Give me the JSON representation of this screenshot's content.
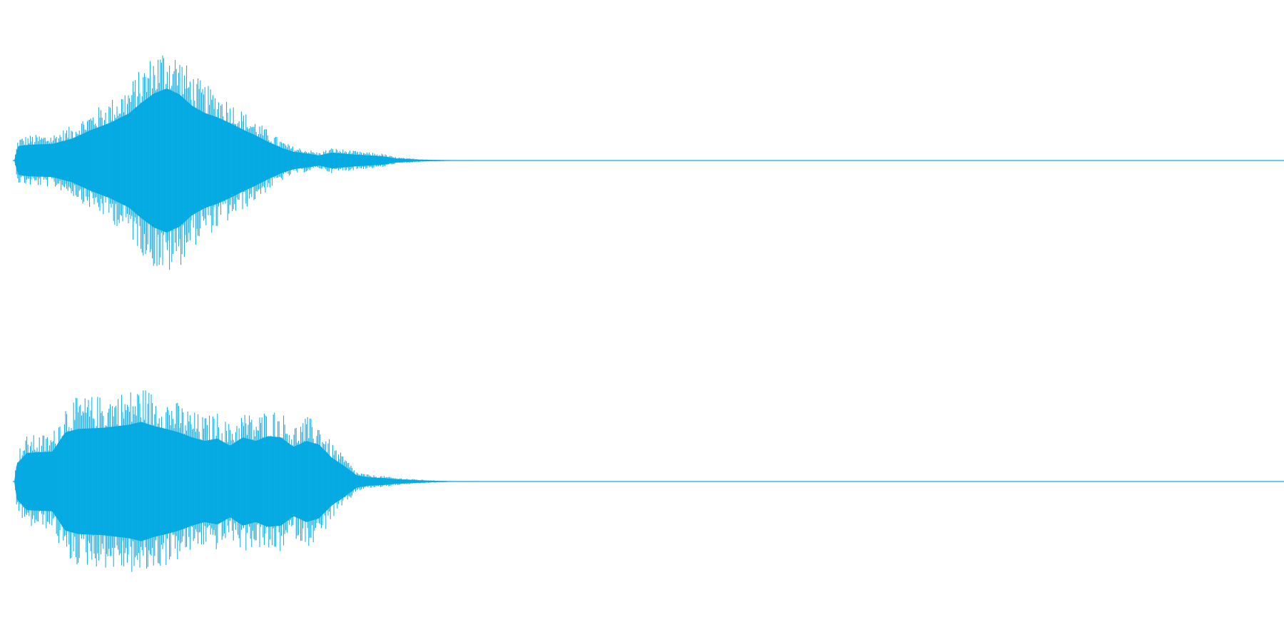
{
  "chart_data": {
    "type": "area",
    "title": "",
    "xlabel": "",
    "ylabel": "",
    "grid": false,
    "legend": "none",
    "color": "#07ABE3",
    "ylim": [
      -1,
      1
    ],
    "x_extent_fraction_of_width": [
      0.0,
      1.0
    ],
    "series": [
      {
        "envelope_time_fraction": [
          0.0,
          0.003,
          0.012,
          0.03,
          0.045,
          0.06,
          0.075,
          0.09,
          0.1,
          0.11,
          0.12,
          0.13,
          0.14,
          0.15,
          0.16,
          0.17,
          0.18,
          0.19,
          0.2,
          0.21,
          0.22,
          0.23,
          0.24,
          0.25,
          0.27,
          0.29,
          0.3,
          0.31,
          0.32,
          0.33,
          0.34,
          0.35,
          0.36
        ],
        "envelope_amplitude": [
          0.0,
          0.2,
          0.22,
          0.23,
          0.3,
          0.42,
          0.52,
          0.65,
          0.8,
          0.93,
          1.0,
          0.92,
          0.76,
          0.66,
          0.6,
          0.52,
          0.43,
          0.35,
          0.26,
          0.18,
          0.12,
          0.1,
          0.07,
          0.11,
          0.08,
          0.06,
          0.03,
          0.02,
          0.012,
          0.008,
          0.005,
          0.003,
          0.0
        ]
      },
      {
        "envelope_time_fraction": [
          0.0,
          0.002,
          0.01,
          0.03,
          0.04,
          0.05,
          0.07,
          0.09,
          0.1,
          0.11,
          0.12,
          0.13,
          0.14,
          0.15,
          0.16,
          0.17,
          0.18,
          0.19,
          0.2,
          0.21,
          0.22,
          0.23,
          0.24,
          0.25,
          0.26,
          0.27,
          0.28,
          0.29,
          0.3,
          0.31,
          0.32,
          0.33,
          0.34,
          0.35,
          0.365
        ],
        "envelope_amplitude": [
          0.0,
          0.3,
          0.48,
          0.5,
          0.82,
          0.88,
          0.9,
          0.95,
          1.0,
          0.93,
          0.88,
          0.82,
          0.74,
          0.68,
          0.72,
          0.6,
          0.74,
          0.68,
          0.76,
          0.74,
          0.58,
          0.68,
          0.62,
          0.4,
          0.26,
          0.1,
          0.07,
          0.06,
          0.04,
          0.03,
          0.02,
          0.012,
          0.007,
          0.004,
          0.0
        ]
      }
    ]
  }
}
